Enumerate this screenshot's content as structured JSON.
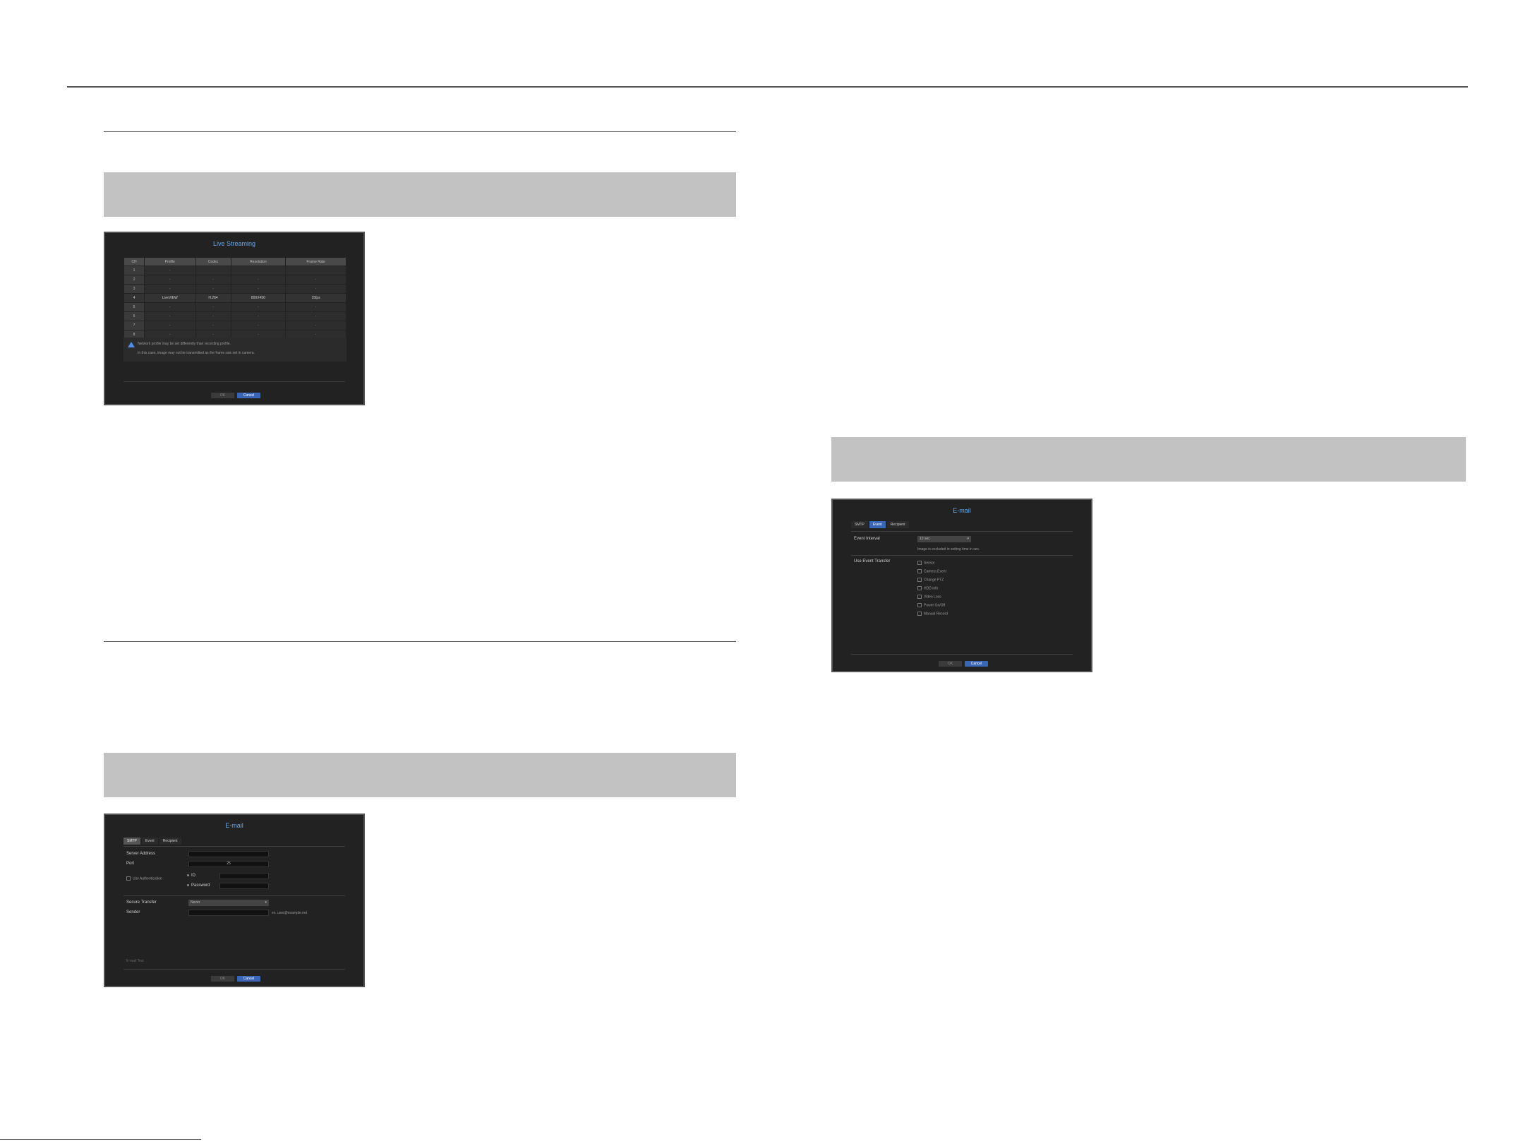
{
  "live_streaming": {
    "title": "Live Streaming",
    "columns": [
      "CH",
      "Profile",
      "Codec",
      "Resolution",
      "Frame Rate"
    ],
    "rows": [
      {
        "ch": "1",
        "profile": "-",
        "codec": "",
        "resolution": "",
        "frame_rate": ""
      },
      {
        "ch": "2",
        "profile": "-",
        "codec": "-",
        "resolution": "-",
        "frame_rate": "-"
      },
      {
        "ch": "3",
        "profile": "-",
        "codec": "-",
        "resolution": "-",
        "frame_rate": "-"
      },
      {
        "ch": "4",
        "profile": "LiveVIEW",
        "codec": "H.264",
        "resolution": "800X450",
        "frame_rate": "15fps"
      },
      {
        "ch": "5",
        "profile": "-",
        "codec": "-",
        "resolution": "-",
        "frame_rate": "-"
      },
      {
        "ch": "6",
        "profile": "-",
        "codec": "-",
        "resolution": "-",
        "frame_rate": "-"
      },
      {
        "ch": "7",
        "profile": "-",
        "codec": "-",
        "resolution": "-",
        "frame_rate": "-"
      },
      {
        "ch": "8",
        "profile": "-",
        "codec": "-",
        "resolution": "-",
        "frame_rate": "-"
      }
    ],
    "warning_line1": "Network profile may be set differently than recording profile.",
    "warning_line2": "In this case, image may not be transmitted as the frame rate set in camera.",
    "ok_label": "OK",
    "cancel_label": "Cancel"
  },
  "email_smtp": {
    "title": "E-mail",
    "tabs": [
      "SMTP",
      "Event",
      "Recipient"
    ],
    "server_address_label": "Server Address",
    "server_address_value": "",
    "port_label": "Port",
    "port_value": "25",
    "use_auth_label": "Use Authentication",
    "id_label": "ID",
    "password_label": "Password",
    "secure_transfer_label": "Secure Transfer",
    "secure_transfer_value": "Never",
    "sender_label": "Sender",
    "sender_hint": "ex. user@example.net",
    "email_test_label": "E-mail Test",
    "ok_label": "OK",
    "cancel_label": "Cancel"
  },
  "email_event": {
    "title": "E-mail",
    "tabs": [
      "SMTP",
      "Event",
      "Recipient"
    ],
    "event_interval_label": "Event Interval",
    "event_interval_value": "10 sec",
    "event_interval_hint": "Image is excluded in setting time in sec.",
    "use_event_transfer_label": "Use Event Transfer",
    "events": [
      "Sensor",
      "Camera Event",
      "Change PTZ",
      "HDD info",
      "Video Loss",
      "Power On/Off",
      "Manual Record"
    ],
    "ok_label": "OK",
    "cancel_label": "Cancel"
  }
}
